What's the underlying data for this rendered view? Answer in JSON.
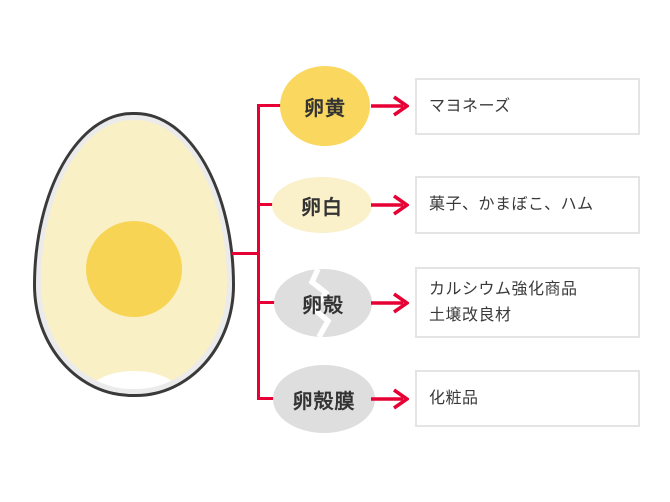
{
  "colors": {
    "red": "#E60033",
    "egg_outline": "#3A3A3A",
    "egg_white_fill": "#FAF0C6",
    "yolk_fill": "#F8D455",
    "label_yellow": "#FAD75E",
    "label_pale_yellow": "#FAF0C9",
    "label_gray": "#DEDEDE",
    "box_border": "#E4E4E4",
    "text": "#333333"
  },
  "diagram": {
    "subject": "egg-cross-section",
    "rows": [
      {
        "part": "卵黄",
        "shape": "yellow-circle",
        "products": [
          "マヨネーズ"
        ]
      },
      {
        "part": "卵白",
        "shape": "pale-ellipse",
        "products": [
          "菓子、かまぼこ、ハム"
        ]
      },
      {
        "part": "卵殻",
        "shape": "cracked-shell",
        "products": [
          "カルシウム強化商品",
          "土壌改良材"
        ]
      },
      {
        "part": "卵殻膜",
        "shape": "gray-ellipse",
        "products": [
          "化粧品"
        ]
      }
    ]
  }
}
